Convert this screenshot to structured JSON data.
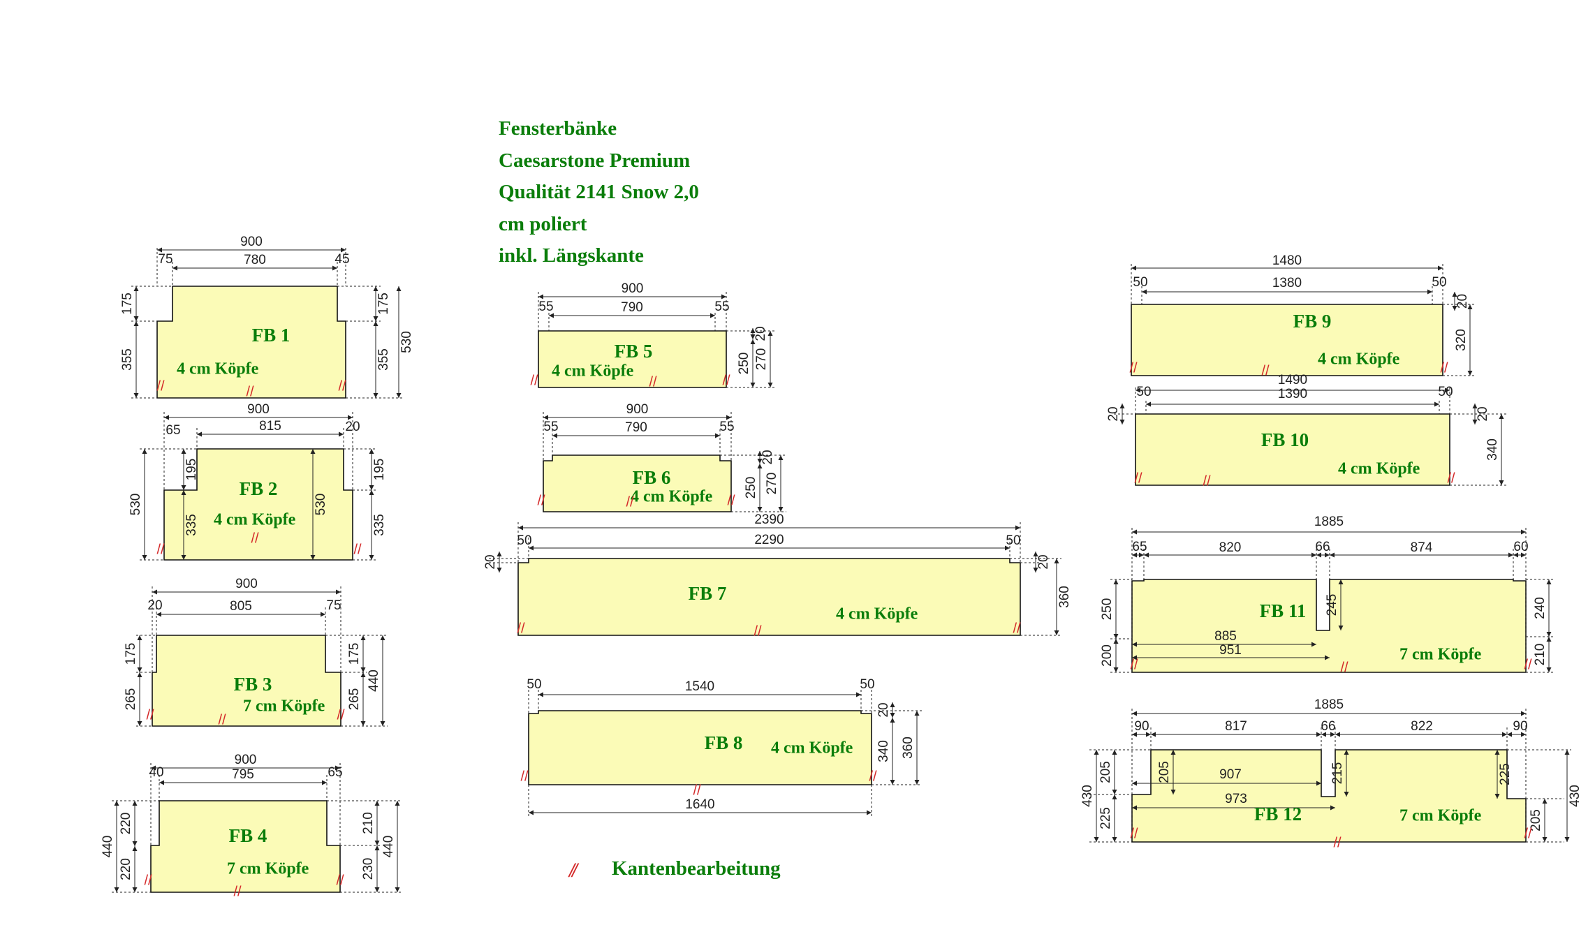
{
  "title_lines": [
    "Fensterbänke",
    "Caesarstone Premium",
    "Qualität 2141 Snow 2,0",
    "cm poliert",
    "inkl. Längskante"
  ],
  "legend": {
    "mark": "//",
    "label": "Kantenbearbeitung"
  },
  "colors": {
    "slab_fill": "#fbfbb7",
    "text_green": "#0a7d0a",
    "edge_mark": "#d42a2a",
    "dimension": "#222222"
  },
  "edge_mark_glyph": "//",
  "slabs": [
    {
      "id": "FB 1",
      "label": "FB 1",
      "note": "4 cm Köpfe",
      "total_width": "900",
      "inner_width": "780",
      "left_notch": "75",
      "right_notch": "45",
      "left_depth_top": "175",
      "left_depth_bottom": "355",
      "right_depth_top": "175",
      "right_depth_bottom": "355",
      "overall_depth": "530"
    },
    {
      "id": "FB 2",
      "label": "FB 2",
      "note": "4 cm Köpfe",
      "total_width": "900",
      "inner_width": "815",
      "left_notch": "65",
      "right_notch": "20",
      "left_overall": "530",
      "inner_depth": "530",
      "left_depth_top": "195",
      "left_depth_bottom": "335",
      "right_depth_top": "195",
      "right_depth_bottom": "335"
    },
    {
      "id": "FB 3",
      "label": "FB 3",
      "note": "7 cm Köpfe",
      "total_width": "900",
      "inner_width": "805",
      "left_notch": "20",
      "right_notch": "75",
      "left_depth_top": "175",
      "left_depth_bottom": "265",
      "right_depth_top": "175",
      "right_depth_bottom": "265",
      "overall_depth": "440"
    },
    {
      "id": "FB 4",
      "label": "FB 4",
      "note": "7 cm Köpfe",
      "total_width": "900",
      "inner_width": "795",
      "left_notch": "40",
      "right_notch": "65",
      "left_overall": "440",
      "left_depth_top": "220",
      "left_depth_bottom": "220",
      "right_depth_top": "210",
      "right_depth_bottom": "230",
      "overall_depth": "440"
    },
    {
      "id": "FB 5",
      "label": "FB 5",
      "note": "4 cm Köpfe",
      "total_width": "900",
      "inner_width": "790",
      "left_notch": "55",
      "right_notch": "55",
      "notch_depth": "20",
      "depth": "250",
      "overall_depth": "270"
    },
    {
      "id": "FB 6",
      "label": "FB 6",
      "note": "4 cm Köpfe",
      "total_width": "900",
      "inner_width": "790",
      "left_notch": "55",
      "right_notch": "55",
      "notch_depth": "20",
      "depth": "250",
      "overall_depth": "270"
    },
    {
      "id": "FB 7",
      "label": "FB 7",
      "note": "4 cm Köpfe",
      "total_width": "2390",
      "inner_width": "2290",
      "left_notch": "50",
      "right_notch": "50",
      "notch_depth_left": "20",
      "notch_depth_right": "20",
      "overall_depth": "360"
    },
    {
      "id": "FB 8",
      "label": "FB 8",
      "note": "4 cm Köpfe",
      "inner_width": "1540",
      "left_notch": "50",
      "right_notch": "50",
      "notch_depth": "20",
      "depth": "340",
      "overall_depth": "360",
      "bottom_width": "1640"
    },
    {
      "id": "FB 9",
      "label": "FB 9",
      "note": "4 cm Köpfe",
      "total_width": "1480",
      "inner_width": "1380",
      "left_notch": "50",
      "right_notch": "50",
      "notch_depth": "20",
      "depth": "320"
    },
    {
      "id": "FB 10",
      "label": "FB 10",
      "note": "4 cm Köpfe",
      "total_width": "1490",
      "inner_width": "1390",
      "left_notch": "50",
      "right_notch": "50",
      "notch_depth_left": "20",
      "notch_depth_right": "20",
      "depth": "340"
    },
    {
      "id": "FB 11",
      "label": "FB 11",
      "note": "7 cm Köpfe",
      "total_width": "1885",
      "seg_left": "65",
      "seg_a": "820",
      "seg_mid": "66",
      "seg_b": "874",
      "seg_right": "60",
      "left_depth_top": "250",
      "left_depth_bottom": "200",
      "mid_depth": "245",
      "inner_a": "885",
      "inner_b": "951",
      "right_depth_top": "240",
      "right_depth_bottom": "210"
    },
    {
      "id": "FB 12",
      "label": "FB 12",
      "note": "7 cm Köpfe",
      "total_width": "1885",
      "seg_left": "90",
      "seg_a": "817",
      "seg_mid": "66",
      "seg_b": "822",
      "seg_right": "90",
      "left_overall": "430",
      "left_depth_top": "205",
      "left_depth_bottom": "225",
      "left_inner": "205",
      "mid_depth": "215",
      "inner_a": "907",
      "inner_b": "973",
      "right_inner": "225",
      "right_depth_bottom": "205",
      "right_overall": "430"
    }
  ]
}
